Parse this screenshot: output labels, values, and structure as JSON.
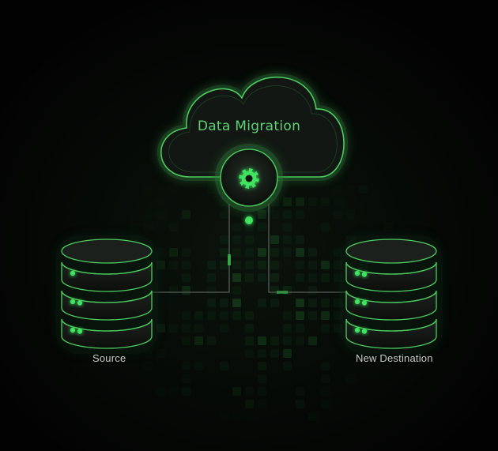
{
  "diagram": {
    "title": "Data Migration",
    "source_label": "Source",
    "destination_label": "New Destination"
  },
  "icons": {
    "center": "gear-icon",
    "source": "database-icon",
    "destination": "database-icon"
  },
  "colors": {
    "background": "#030303",
    "accent": "#3be05a",
    "outline": "#5ad46a",
    "text": "#c9c9c9"
  }
}
